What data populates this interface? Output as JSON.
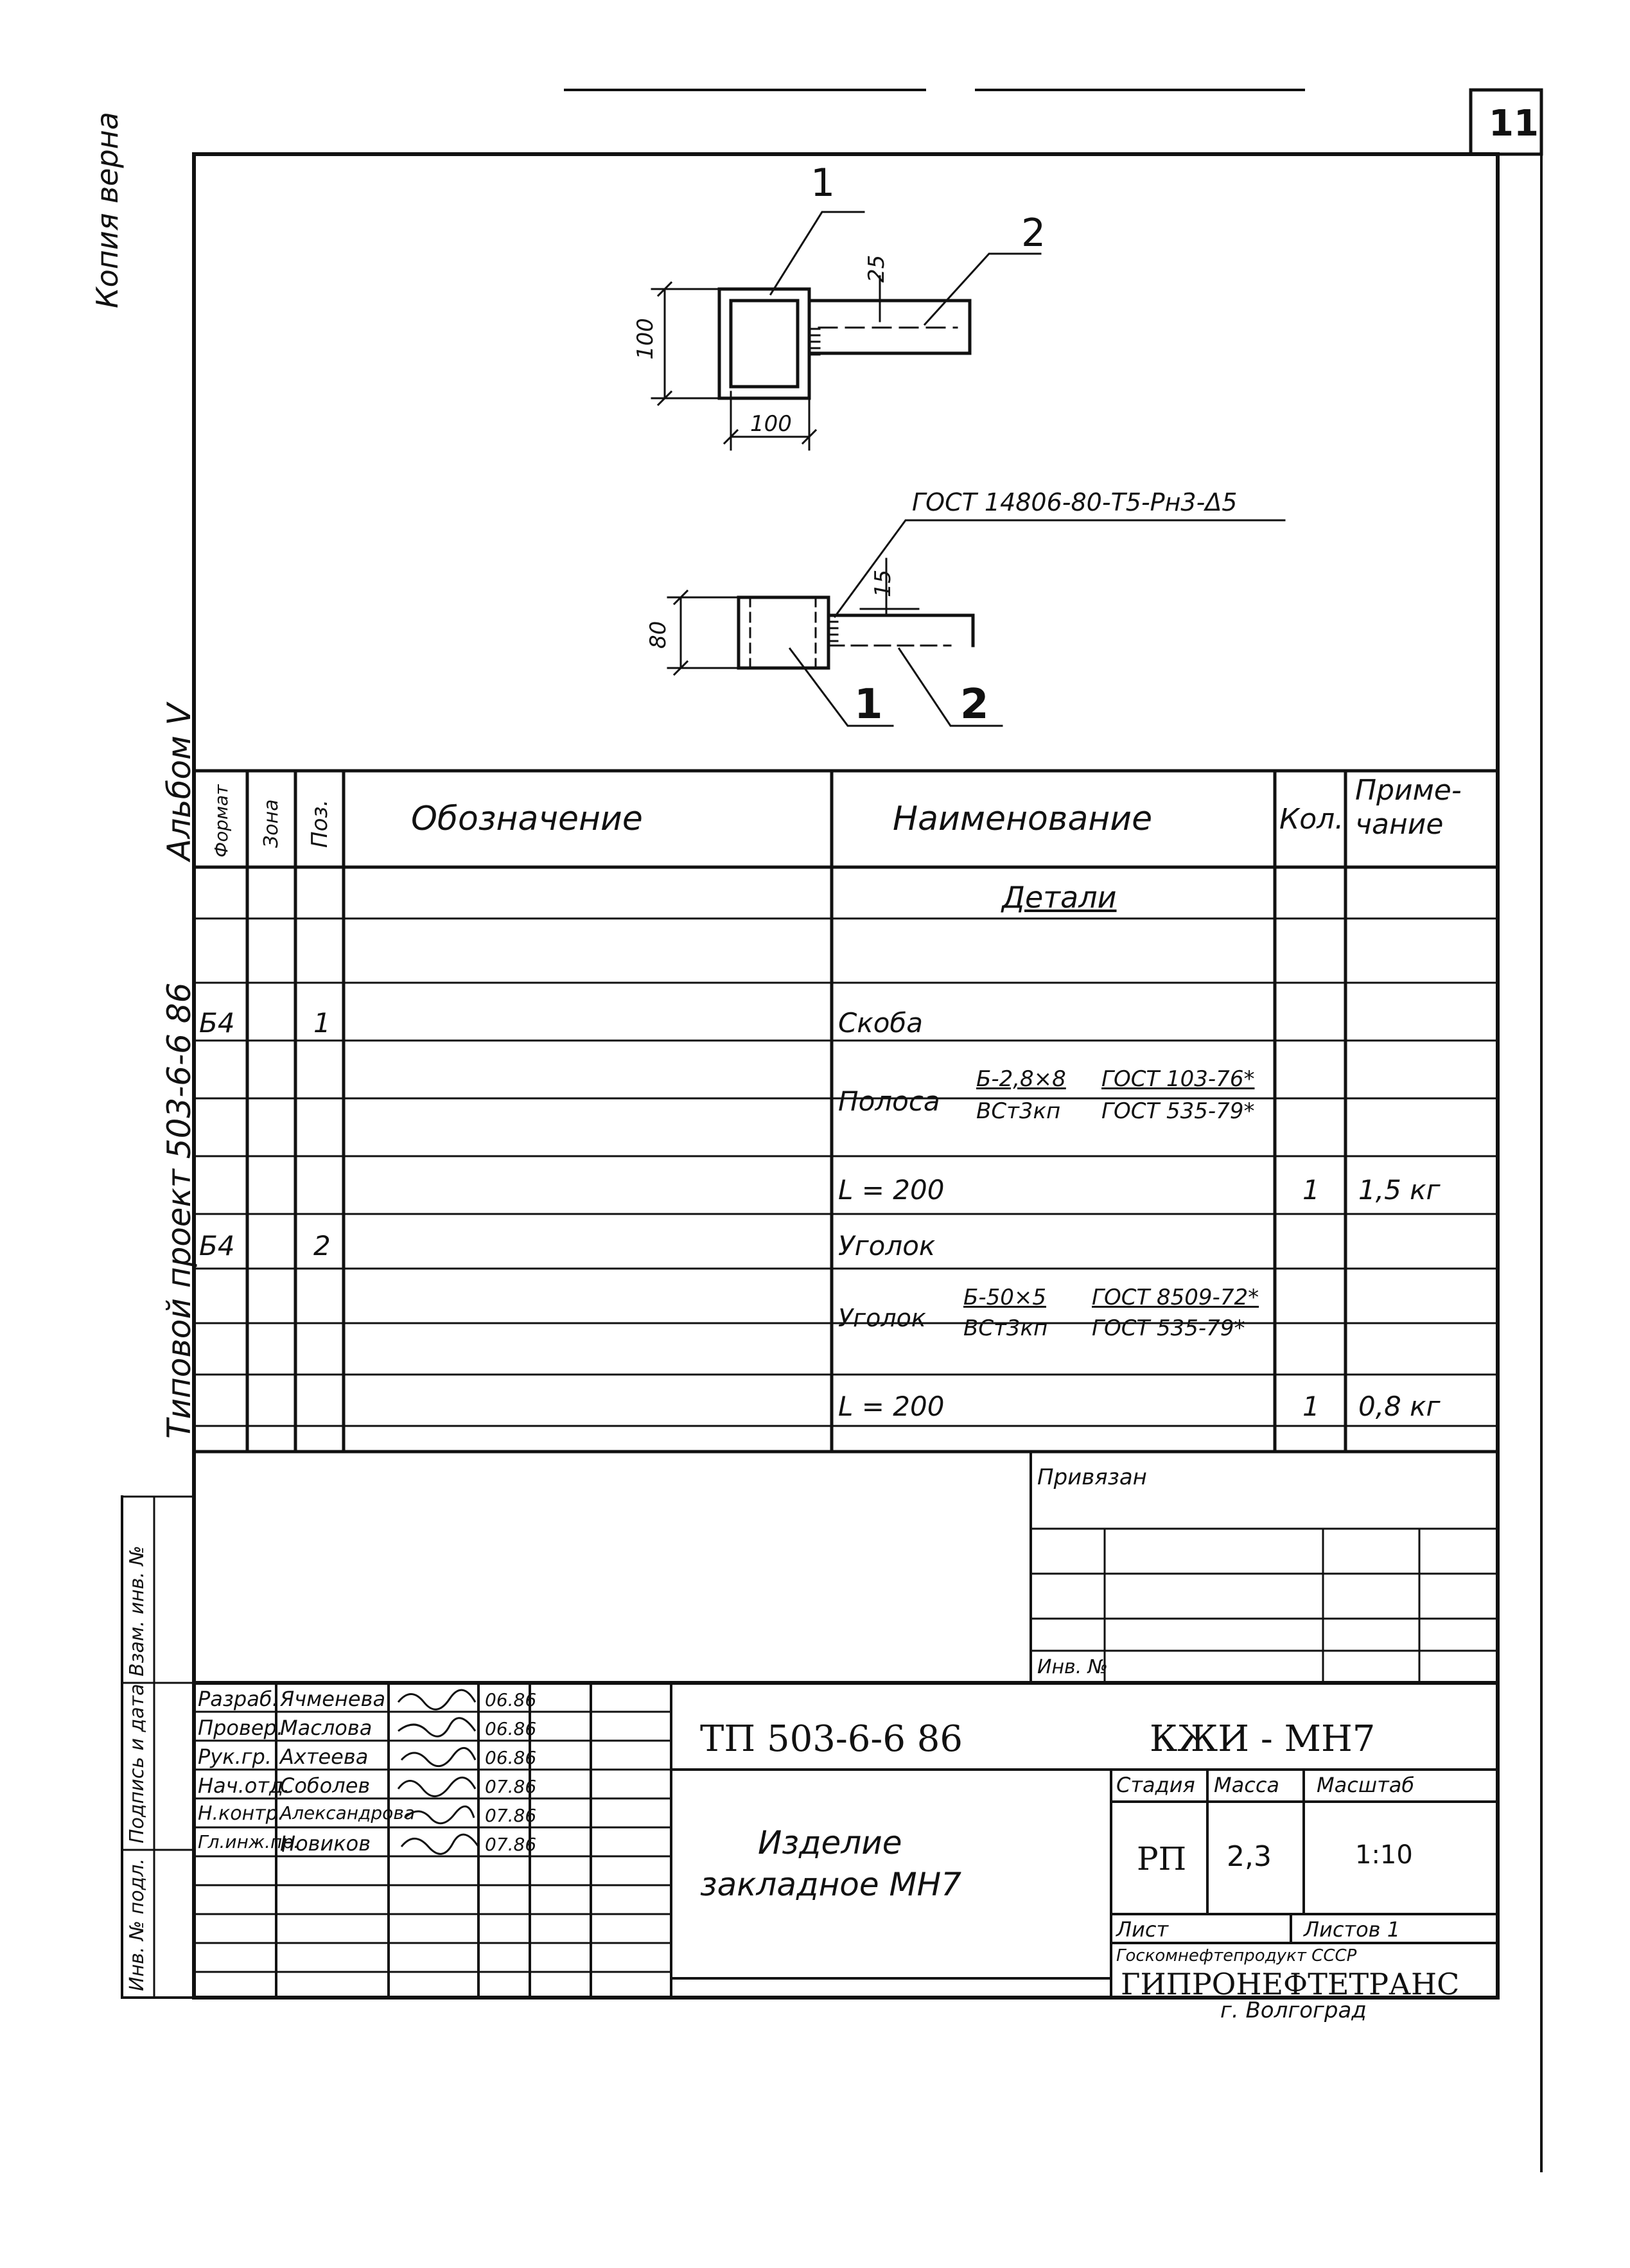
{
  "sheet_number": "11",
  "margin": {
    "copy_note": "Копия верна",
    "album_label": "Альбом V",
    "project_label": "Типовой проект 503-6-6 86",
    "stamp_cols": [
      "Взам. инв. №",
      "Подпись и дата",
      "Инв. № подл."
    ]
  },
  "drawing": {
    "top_callouts": [
      "1",
      "2"
    ],
    "top_dims": [
      "100",
      "100",
      "25"
    ],
    "weld_note": "ГОСТ 14806-80-Т5-Рн3-Δ5",
    "bottom_callouts": [
      "1",
      "2"
    ],
    "bottom_dims": [
      "80",
      "15"
    ]
  },
  "spec_table": {
    "headers": {
      "format": "Формат",
      "zone": "Зона",
      "pos": "Поз.",
      "designation": "Обозначение",
      "name": "Наименование",
      "qty": "Кол.",
      "note_line1": "Приме-",
      "note_line2": "чание"
    },
    "section_title": "Детали",
    "rows": [
      {
        "format": "Б4",
        "pos": "1",
        "name": "Скоба",
        "qty": "",
        "note": ""
      },
      {
        "name": "Полоса",
        "frac_top": "Б-2,8×8",
        "frac_bottom": "ВСт3кп",
        "std_top": "ГОСТ 103-76*",
        "std_bottom": "ГОСТ 535-79*"
      },
      {
        "name": "L = 200",
        "qty": "1",
        "note": "1,5 кг"
      },
      {
        "format": "Б4",
        "pos": "2",
        "name": "Уголок",
        "qty": "",
        "note": ""
      },
      {
        "name": "Уголок",
        "frac_top": "Б-50×5",
        "frac_bottom": "ВСт3кп",
        "std_top": "ГОСТ 8509-72*",
        "std_bottom": "ГОСТ 535-79*"
      },
      {
        "name": "L = 200",
        "qty": "1",
        "note": "0,8 кг"
      }
    ]
  },
  "linked": {
    "title": "Привязан",
    "footer": "Инв. №"
  },
  "title_block": {
    "roles": [
      "Разраб.",
      "Провер.",
      "Рук.гр.",
      "Нач.отд.",
      "Н.контр.",
      "Гл.инж.пр."
    ],
    "names": [
      "Ячменева",
      "Маслова",
      "Ахтеева",
      "Соболев",
      "Александрова",
      "Новиков"
    ],
    "dates": [
      "06.86",
      "06.86",
      "06.86",
      "07.86",
      "07.86",
      "07.86"
    ],
    "project_code": "ТП 503-6-6 86",
    "doc_code": "КЖИ - МН7",
    "item_title_line1": "Изделие",
    "item_title_line2": "закладное   МН7",
    "stage_header": "Стадия",
    "mass_header": "Масса",
    "scale_header": "Масштаб",
    "stage": "РП",
    "mass": "2,3",
    "scale": "1:10",
    "sheet_label": "Лист",
    "sheets_label": "Листов 1",
    "org_line1": "Госкомнефтепродукт СССР",
    "org_line2": "ГИПРОНЕФТЕТРАНС",
    "org_line3": "г. Волгоград"
  }
}
